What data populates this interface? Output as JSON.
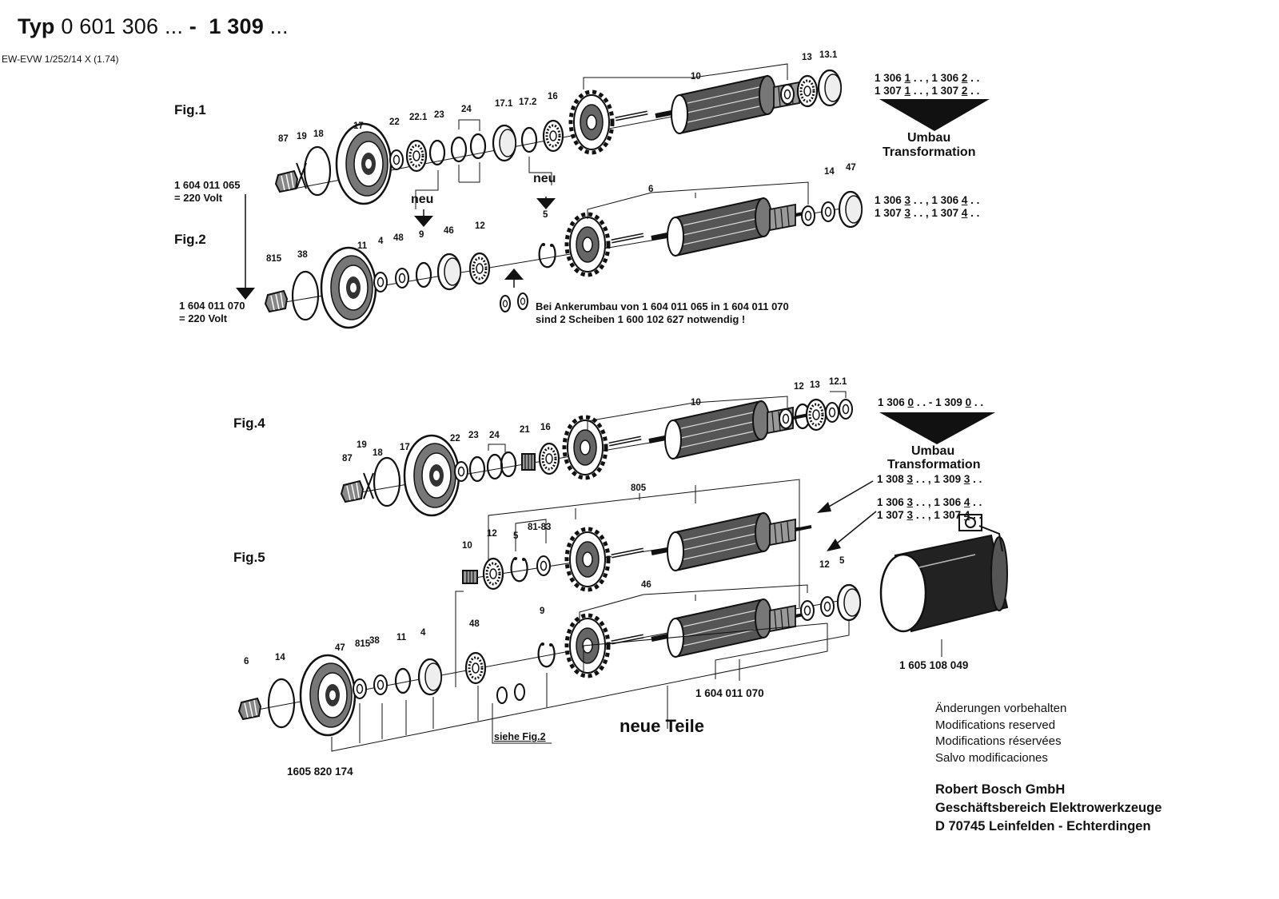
{
  "header": {
    "title_prefix": "Typ",
    "title_a": "0 601 306",
    "title_dots_a": "...",
    "title_sep": "-",
    "title_b": "1 309",
    "title_dots_b": "...",
    "ref": "EW-EVW 1/252/14 X (1.74)"
  },
  "figures": [
    "Fig.1",
    "Fig.2",
    "Fig.4",
    "Fig.5"
  ],
  "fig1_labels": [
    "87",
    "19",
    "18",
    "17",
    "22",
    "22.1",
    "23",
    "24",
    "17.1",
    "17.2",
    "16",
    "10",
    "13",
    "13.1"
  ],
  "fig2_labels": [
    "815",
    "38",
    "11",
    "4",
    "48",
    "9",
    "46",
    "12",
    "5",
    "6",
    "14",
    "47"
  ],
  "fig4_labels": [
    "87",
    "19",
    "18",
    "17",
    "22",
    "23",
    "24",
    "21",
    "16",
    "10",
    "12",
    "13",
    "12.1"
  ],
  "fig5_labels": [
    "805",
    "12",
    "5",
    "81-83",
    "10",
    "6",
    "14",
    "47",
    "815",
    "38",
    "11",
    "4",
    "48",
    "9",
    "46",
    "12",
    "5"
  ],
  "neu": [
    "neu",
    "neu"
  ],
  "part_fig1": {
    "number": "1 604 011 065",
    "volt": "= 220  Volt"
  },
  "part_fig2": {
    "number": "1 604 011 070",
    "volt": "= 220  Volt"
  },
  "notice": {
    "line1": "Bei Ankerumbau von 1 604  011 065  in 1 604  011 070",
    "line2": "sind 2  Scheiben  1 600 102  627  notwendig !"
  },
  "umbau": {
    "de": "Umbau",
    "en": "Transformation"
  },
  "variants_top": {
    "a1": "1 306 ",
    "a1u": "1",
    "a1r": " . . ,  1 306 ",
    "a1u2": "2",
    "a1r2": " . .",
    "b1": "1 307 ",
    "b1u": "1",
    "b1r": " . . ,  1 307 ",
    "b1u2": "2",
    "b1r2": " . ."
  },
  "variants_mid": {
    "a1": "1 306 ",
    "a1u": "3",
    "a1r": " . . ,  1 306 ",
    "a1u2": "4",
    "a1r2": " . .",
    "b1": "1 307 ",
    "b1u": "3",
    "b1r": " . . ,  1 307 ",
    "b1u2": "4",
    "b1r2": " . ."
  },
  "variants_fig4": {
    "a": "1 306 ",
    "au": "0",
    "ar": " . . - 1 309 ",
    "au2": "0",
    "ar2": " . ."
  },
  "variants_fig5a": {
    "a": "1 308 ",
    "au": "3",
    "ar": " . . ,  1 309 ",
    "au2": "3",
    "ar2": " . ."
  },
  "variants_fig5b": {
    "a1": "1 306 ",
    "a1u": "3",
    "a1r": " . . ,  1 306 ",
    "a1u2": "4",
    "a1r2": " . .",
    "b1": "1 307 ",
    "b1u": "3",
    "b1r": " . . ,  1 307 ",
    "b1u2": "4",
    "b1r2": " . ."
  },
  "part_housing": "1 605 108 049",
  "part_armature": "1 604  011  070",
  "part_bearing": "1605 820  174",
  "neue_teile": "neue Teile",
  "siehe": "siehe Fig.2",
  "modifications": [
    "Änderungen vorbehalten",
    "Modifications reserved",
    "Modifications réservées",
    "Salvo modificaciones"
  ],
  "company": [
    "Robert Bosch GmbH",
    "Geschäftsbereich Elektrowerkzeuge",
    "D 70745 Leinfelden - Echterdingen"
  ]
}
